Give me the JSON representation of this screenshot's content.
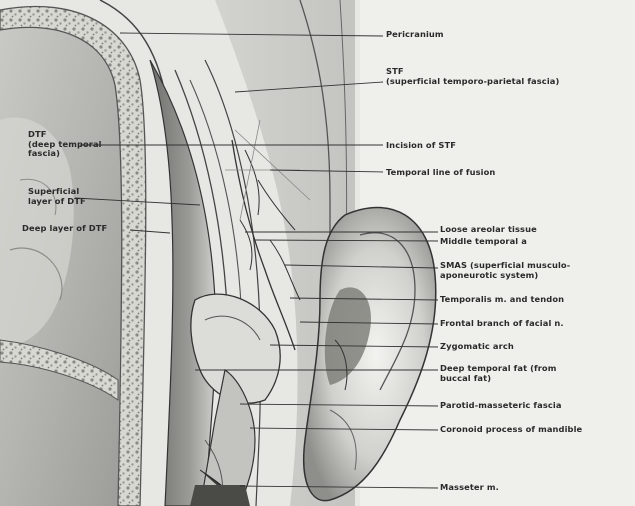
{
  "figure": {
    "labels": {
      "pericranium": "Pericranium",
      "stf": "STF\n(superficial temporo-parietal fascia)",
      "dtf": "DTF\n(deep temporal\nfascia)",
      "superficial_layer_dtf": "Superficial\nlayer of DTF",
      "deep_layer_dtf": "Deep layer of DTF",
      "incision_stf": "Incision of STF",
      "temporal_line_fusion": "Temporal line of fusion",
      "loose_areolar_tissue": "Loose areolar tissue",
      "middle_temporal_a": "Middle temporal a",
      "smas": "SMAS (superficial musculo-\naponeurotic system)",
      "temporalis": "Temporalis m. and tendon",
      "frontal_branch": "Frontal branch of facial n.",
      "zygomatic_arch": "Zygomatic arch",
      "deep_temporal_fat": "Deep temporal fat (from\nbuccal fat)",
      "parotid_masseteric": "Parotid-masseteric fascia",
      "coronoid": "Coronoid process of mandible",
      "masseter": "Masseter m."
    }
  }
}
